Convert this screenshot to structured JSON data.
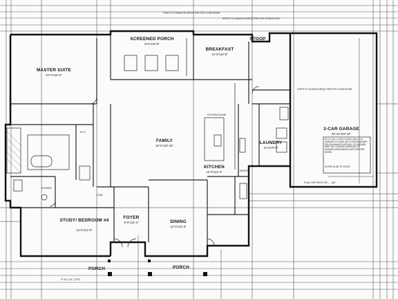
{
  "rooms": {
    "screened_porch": {
      "name": "SCREENED PORCH",
      "dims": "21'4\"x10'-8\""
    },
    "breakfast": {
      "name": "BREAKFAST",
      "dims": "12'-0\"x10'-8\""
    },
    "stoop": {
      "name": "STOOP"
    },
    "master_suite": {
      "name": "MASTER SUITE",
      "dims": "22'-0\"x16'-0\""
    },
    "family": {
      "name": "FAMILY",
      "dims": "18'-0\"x23'-10\""
    },
    "kitchen": {
      "name": "KITCHEN",
      "dims": "12'-0\"x14'-4\""
    },
    "laundry": {
      "name": "LAUNDRY",
      "dims": "12'-8\"x9'-0\""
    },
    "garage": {
      "name": "3-CAR GARAGE",
      "dims": "33'-10\"x23'-10\""
    },
    "study": {
      "name": "STUDY/ BEDROOM #4",
      "dims": "12'-0\"x12'-0\""
    },
    "foyer": {
      "name": "FOYER",
      "dims": "8'-0\"x12'-4\""
    },
    "dining": {
      "name": "DINING",
      "dims": "12'-0\"x11'-8\""
    },
    "porch_left": {
      "name": "PORCH"
    },
    "porch_right": {
      "name": "PORCH"
    }
  },
  "labels": {
    "steps_grade_1": "STEPS TO GRADE AS REQ'D PER SITE CONDITIONS",
    "steps_grade_2": "STEPS TO GRADE AS REQ'D PER SITE CONDITIONS",
    "steps_slab": "STEPS TO SLAB AS REQ'D PER SITE CONDITIONS",
    "kitchen_island": "KITCHEN ISLAND",
    "shower": "SHOWER",
    "wic": "W.I.C.",
    "pantry": "PANTRY",
    "coat": "COAT",
    "garage_note": "NOTE: ALL CONDITIONED WALLS IN GARAGE TO HAVE 5/8\" GYPSUM BOARD OR EQUIVALENT APPLIED TO GARAGE SIDE. ALL CEILING SURFACES IN GARAGE AREA ABOVE MUST BE FIRE RATED",
    "slope_note": "SLOPE SLAB TO DOOR",
    "copyright": "PLAN COPYRIGHT BY ..., INC.",
    "column_note": "8\" SQ. COL. (TYP.)"
  },
  "colors": {
    "ink": "#111111",
    "paper": "#fbfbfb"
  }
}
